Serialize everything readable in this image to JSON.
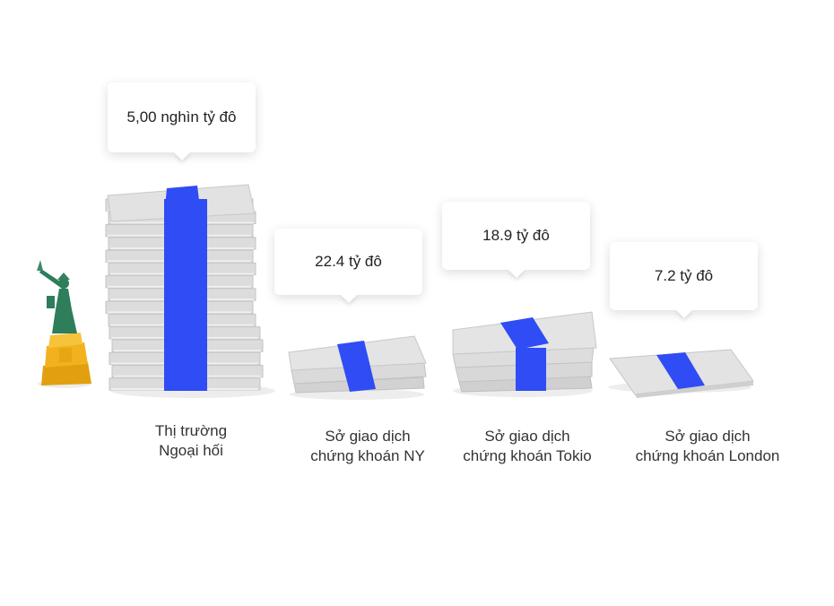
{
  "chart_data": {
    "type": "bar",
    "categories": [
      [
        "Thị trường",
        "Ngoại hối"
      ],
      [
        "Sở giao dịch",
        "chứng khoán NY"
      ],
      [
        "Sở giao dịch",
        "chứng khoán Tokio"
      ],
      [
        "Sở giao dịch",
        "chứng khoán London"
      ]
    ],
    "data_labels": [
      "5,00 nghìn tỷ đô",
      "22.4 tỷ đô",
      "18.9 tỷ đô",
      "7.2 tỷ đô"
    ],
    "values": [
      5000,
      22.4,
      18.9,
      7.2
    ],
    "unit": "tỷ đô"
  },
  "colors": {
    "money_paper": "#dcdcdc",
    "money_band": "#2f4cf5",
    "statue_body": "#2e7d5b",
    "statue_base": "#f2b21d"
  },
  "icons": [
    "statue-of-liberty-icon",
    "money-stack-icon"
  ]
}
